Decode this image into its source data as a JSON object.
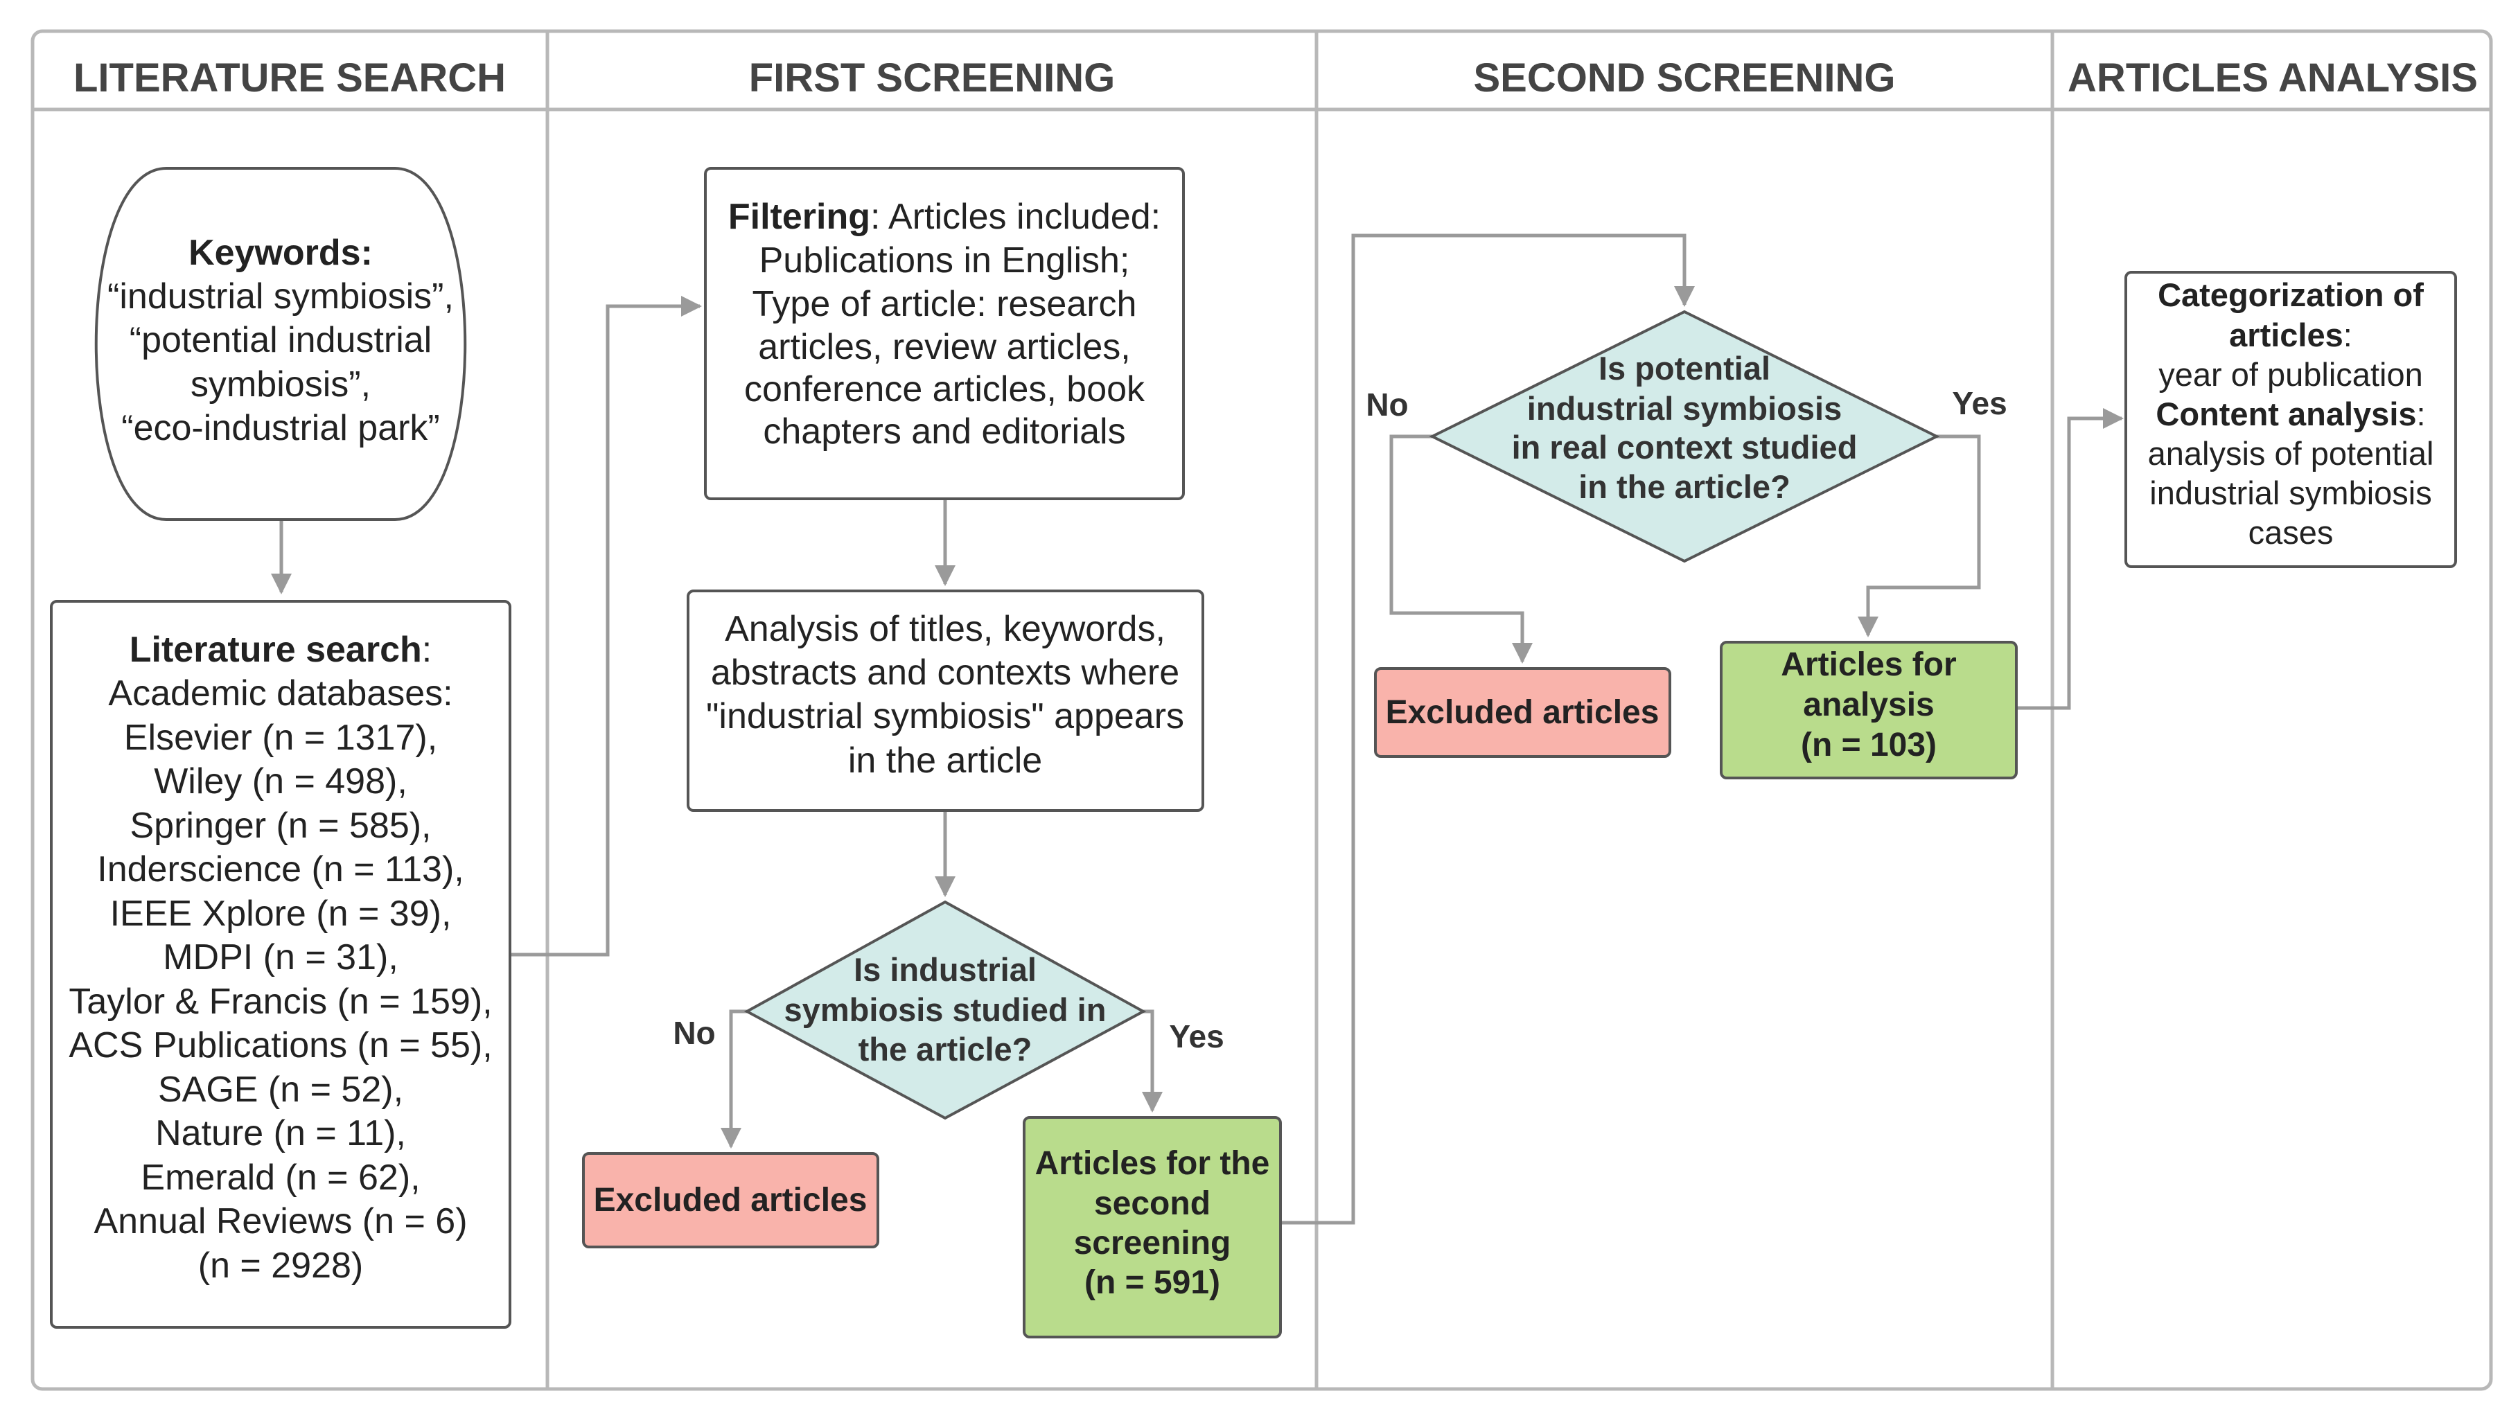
{
  "lanes": [
    {
      "title": "LITERATURE SEARCH"
    },
    {
      "title": "FIRST SCREENING"
    },
    {
      "title": "SECOND SCREENING"
    },
    {
      "title": "ARTICLES ANALYSIS"
    }
  ],
  "keywords": {
    "title": "Keywords:",
    "lines": [
      "“industrial symbiosis”,",
      "“potential industrial",
      "symbiosis”,",
      "“eco-industrial park”"
    ]
  },
  "literature": {
    "title": "Literature search",
    "title_suffix": ":",
    "lines": [
      "Academic databases:",
      "Elsevier (n = 1317),",
      "Wiley (n = 498),",
      "Springer (n = 585),",
      "Inderscience (n = 113),",
      "IEEE Xplore (n = 39),",
      "MDPI (n = 31),",
      "Taylor & Francis (n = 159),",
      "ACS Publications (n = 55),",
      "SAGE (n = 52),",
      "Nature (n = 11),",
      "Emerald (n = 62),",
      "Annual Reviews (n = 6)",
      "(n = 2928)"
    ]
  },
  "filtering": {
    "title": "Filtering",
    "title_suffix": ": Articles included:",
    "lines": [
      "Publications in English;",
      "Type of article: research",
      "articles, review articles,",
      "conference articles, book",
      "chapters and editorials"
    ]
  },
  "analysis_titles": {
    "lines": [
      "Analysis of titles, keywords,",
      "abstracts and contexts where",
      "\"industrial symbiosis\" appears",
      "in the article"
    ]
  },
  "decision1": {
    "lines": [
      "Is industrial",
      "symbiosis studied in",
      "the article?"
    ],
    "no": "No",
    "yes": "Yes"
  },
  "excluded1": {
    "label": "Excluded articles"
  },
  "second_screening_articles": {
    "lines": [
      "Articles for the",
      "second",
      "screening",
      "(n = 591)"
    ]
  },
  "decision2": {
    "lines": [
      "Is potential",
      "industrial symbiosis",
      "in real context studied",
      "in the article?"
    ],
    "no": "No",
    "yes": "Yes"
  },
  "excluded2": {
    "label": "Excluded articles"
  },
  "analysis_articles": {
    "lines": [
      "Articles for",
      "analysis",
      "(n = 103)"
    ]
  },
  "categorization": {
    "title1": "Categorization of",
    "title1b": "articles",
    "title1_suffix": ":",
    "line1": "year of publication",
    "title2": "Content analysis",
    "title2_suffix": ":",
    "lines2": [
      "analysis of potential",
      "industrial symbiosis",
      "cases"
    ]
  },
  "colors": {
    "border": "#b0b0b0",
    "box_stroke": "#555555",
    "diamond_fill": "#d3ebe9",
    "excluded_fill": "#f9b3ab",
    "green_fill": "#b9dc8c",
    "arrow": "#9a9a9a"
  }
}
